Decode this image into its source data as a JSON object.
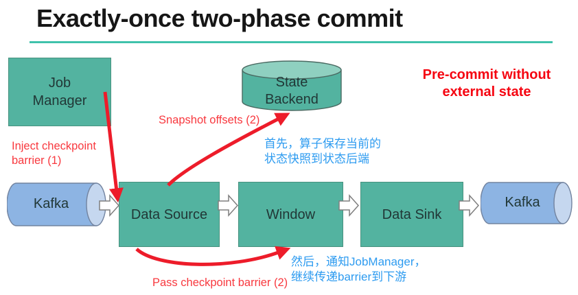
{
  "slide": {
    "title": "Exactly-once two-phase commit",
    "pre_commit_note": "Pre-commit without\nexternal state"
  },
  "nodes": {
    "job_manager": "Job\nManager",
    "state_backend": "State\nBackend",
    "kafka_in": "Kafka",
    "data_source": "Data Source",
    "window": "Window",
    "data_sink": "Data Sink",
    "kafka_out": "Kafka"
  },
  "labels": {
    "inject_barrier": "Inject checkpoint\nbarrier (1)",
    "snapshot_offsets": "Snapshot offsets (2)",
    "pass_barrier": "Pass checkpoint barrier (2)",
    "note_first_zh": "首先，算子保存当前的\n状态快照到状态后端",
    "note_then_zh": "然后，通知JobManager，\n继续传递barrier到下游"
  },
  "colors": {
    "teal_fill": "#53b3a0",
    "teal_light": "#8fd0c0",
    "title_underline": "#3fc2ab",
    "kafka_blue": "#8db4e3",
    "kafka_blue_light": "#c5d7ef",
    "red_arrow": "#ed1c2a",
    "red_label": "#f8383e",
    "red_strong": "#f50511",
    "note_blue": "#2d9bf0",
    "node_text": "#213736"
  }
}
